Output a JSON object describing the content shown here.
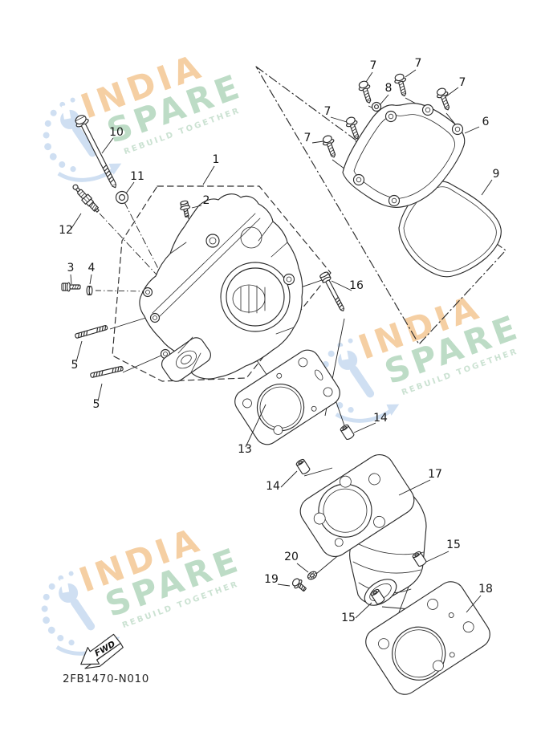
{
  "watermark": {
    "brand_top": "INDIA",
    "brand_bottom": "SPARE",
    "tagline": "REBUILD TOGETHER",
    "logo_icon": "wrench-icon",
    "colors": {
      "brand_top": "#f5cfa3",
      "brand_bottom": "#bddcc6",
      "tagline": "#cbe2d2",
      "logo": "#cfdff2"
    }
  },
  "diagram": {
    "part_code": "2FB1470-N010",
    "fwd_label": "FWD",
    "line_color": "#2b2b2b",
    "callouts": [
      {
        "label": "1"
      },
      {
        "label": "2"
      },
      {
        "label": "3"
      },
      {
        "label": "4"
      },
      {
        "label": "5"
      },
      {
        "label": "5"
      },
      {
        "label": "6"
      },
      {
        "label": "7"
      },
      {
        "label": "7"
      },
      {
        "label": "7"
      },
      {
        "label": "7"
      },
      {
        "label": "7"
      },
      {
        "label": "8"
      },
      {
        "label": "9"
      },
      {
        "label": "10"
      },
      {
        "label": "11"
      },
      {
        "label": "12"
      },
      {
        "label": "13"
      },
      {
        "label": "14"
      },
      {
        "label": "14"
      },
      {
        "label": "15"
      },
      {
        "label": "15"
      },
      {
        "label": "16"
      },
      {
        "label": "17"
      },
      {
        "label": "18"
      },
      {
        "label": "19"
      },
      {
        "label": "20"
      }
    ]
  }
}
